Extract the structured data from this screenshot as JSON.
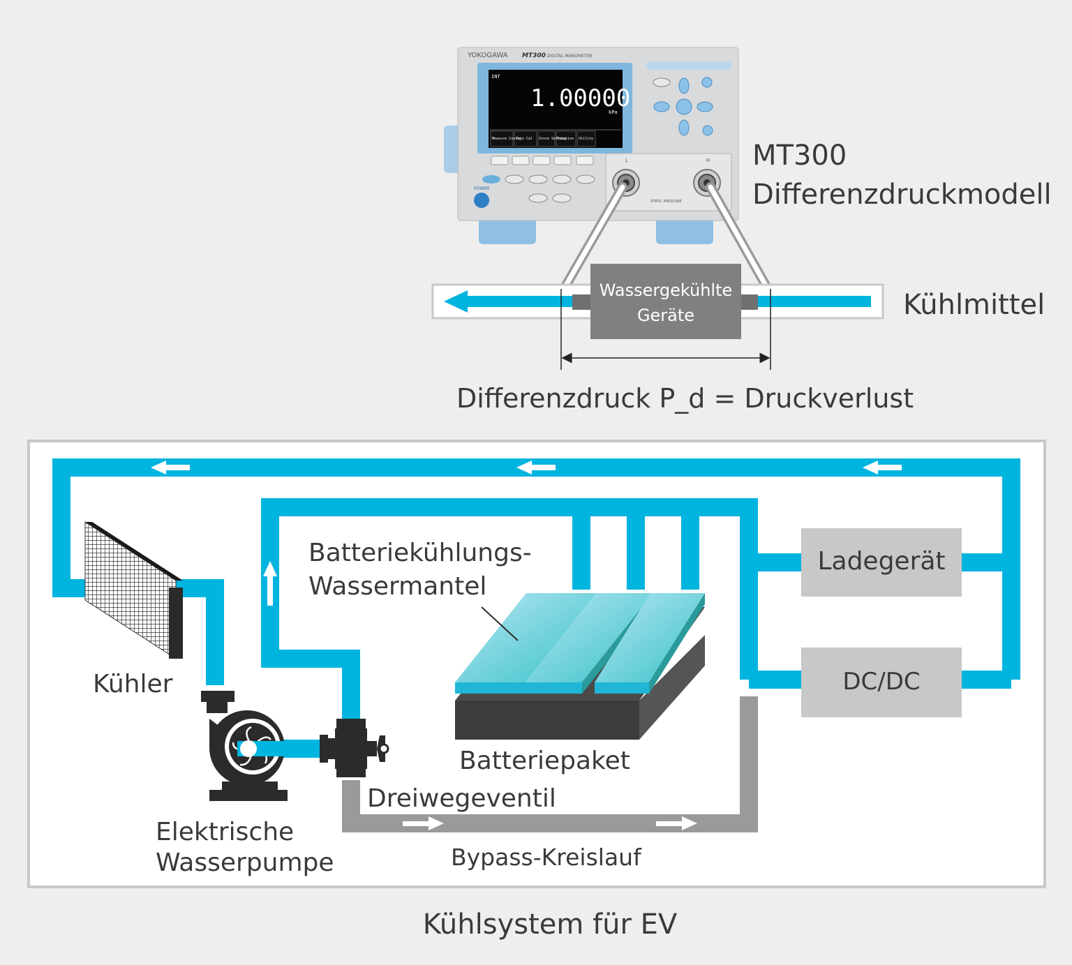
{
  "device": {
    "brand": "YOKOGAWA",
    "model": "MT300",
    "subtitle": "DIGITAL MANOMETER",
    "display_value": "1.00000",
    "display_unit": "kPa",
    "display_mode": "INT",
    "softkeys": [
      "Measure Config",
      "Zero Cal",
      "Store Setting",
      "Function",
      "Utility"
    ],
    "port_low": "L",
    "port_high": "H",
    "power_label": "POWER",
    "static_pressure": "STATIC PRESSURE"
  },
  "top_labels": {
    "model_line1": "MT300",
    "model_line2": "Differenzdruckmodell",
    "coolant": "Kühlmittel",
    "device_box_line1": "Wassergekühlte",
    "device_box_line2": "Geräte",
    "formula": "Differenzdruck P_d = Druckverlust"
  },
  "system": {
    "jacket_line1": "Batteriekühlungs-",
    "jacket_line2": "Wassermantel",
    "charger": "Ladegerät",
    "dcdc": "DC/DC",
    "radiator": "Kühler",
    "pump_line1": "Elektrische",
    "pump_line2": "Wasserpumpe",
    "battery": "Batteriepaket",
    "valve": "Dreiwegeventil",
    "bypass": "Bypass-Kreislauf"
  },
  "caption": "Kühlsystem für EV",
  "colors": {
    "coolant": "#00b4e0",
    "bypass": "#9a9a9a",
    "box": "#c8c8c8",
    "device_box": "#808080",
    "dark": "#404040"
  }
}
